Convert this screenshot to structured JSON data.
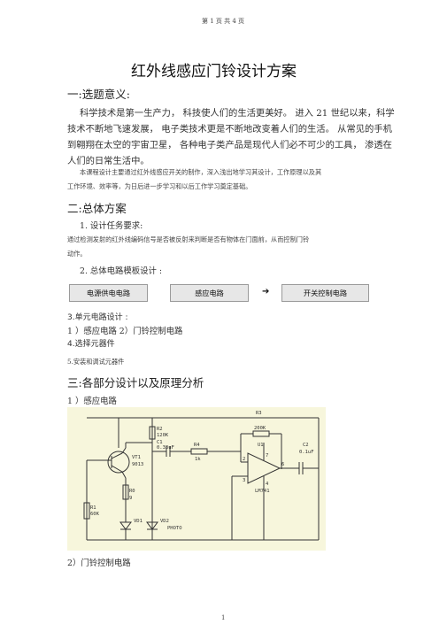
{
  "header": {
    "text": "第 1 页 共 4 页"
  },
  "title": "红外线感应门铃设计方案",
  "section1": {
    "heading": "一:选题意义:",
    "para_lines": [
      "科学技术是第一生产力，  科技使人们的生活更美好。  进入 21 世纪以来，科学",
      "技术不断地飞速发展，  电子类技术更是不断地改变着人们的生活。    从常见的手机",
      "到翱翔在太空的宇宙卫星，  各种电子类产品是现代人们必不可少的工具，    渗透在",
      "人们的日常生活中。"
    ],
    "small_lines": [
      "本课程设计主要通过红外线感应开关的制作，深入浅出地学习其设计，工作原理以及其",
      "工作环境、效率等，为日后进一步学习和以后工作学习奠定基础。"
    ]
  },
  "section2": {
    "heading": "二:总体方案",
    "item1": "1. 设计任务要求:",
    "item1_lines": [
      "通过检测发射的红外线编码信号是否被反射来判断是否有物体在门面前，从而控制门铃",
      "动作。"
    ],
    "item2": "2. 总体电路模板设计  :",
    "flow": {
      "box1": "电源供电电路",
      "box2": "感应电路",
      "box3": "开关控制电路",
      "arrow": "➔"
    },
    "item3": "3.单元电路设计  :",
    "item3_sub": "1 ）感应电路    2）门铃控制电路",
    "item4": "4.选择元器件",
    "item5": "5.安装和调试元器件"
  },
  "section3": {
    "heading": "三:各部分设计以及原理分析",
    "sub1": "1 ）感应电路",
    "sub2": "2）门铃控制电路"
  },
  "circuit": {
    "labels": {
      "r3": "R3",
      "r3v": "200K",
      "r2": "R2",
      "r2v": "120K",
      "c1": "C1",
      "c1v": "0.33uF",
      "r4": "R4",
      "r4v": "1k",
      "vt1": "VT1",
      "vt1v": "9013",
      "r0": "R0",
      "r0v": "9",
      "r1": "R1",
      "r1v": "60K",
      "u1": "U1",
      "u1v": "LM741",
      "c2": "C2",
      "c2v": "0.1uF",
      "vd1": "VD1",
      "vd2": "VD2",
      "photo": "PHOTO",
      "pin2": "2",
      "pin3": "3",
      "pin4": "4",
      "pin6": "6",
      "pin7": "7"
    }
  },
  "footer": {
    "page": "1"
  }
}
